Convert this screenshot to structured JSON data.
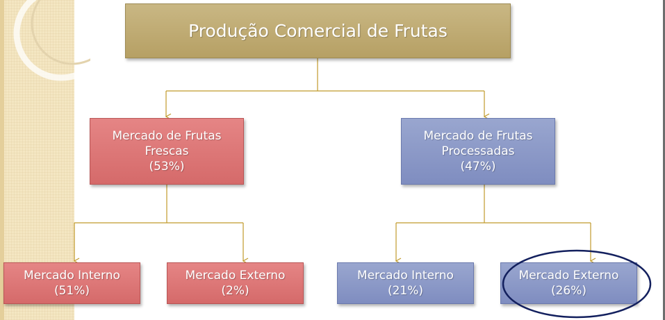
{
  "diagram": {
    "root": {
      "label": "Produção  Comercial de Frutas"
    },
    "branches": [
      {
        "line1": "Mercado de Frutas",
        "line2": "Frescas",
        "share": "(53%)",
        "children": [
          {
            "label": "Mercado Interno",
            "share": "(51%)"
          },
          {
            "label": "Mercado Externo",
            "share": "(2%)"
          }
        ]
      },
      {
        "line1": "Mercado de Frutas",
        "line2": "Processadas",
        "share": "(47%)",
        "children": [
          {
            "label": "Mercado Interno",
            "share": "(21%)"
          },
          {
            "label": "Mercado Externo",
            "share": "(26%)"
          }
        ]
      }
    ]
  },
  "colors": {
    "root": "#bfac74",
    "fresh": "#dd7878",
    "processed": "#8c99c8",
    "connector": "#c09a2a",
    "highlight_ring": "#13205e"
  }
}
